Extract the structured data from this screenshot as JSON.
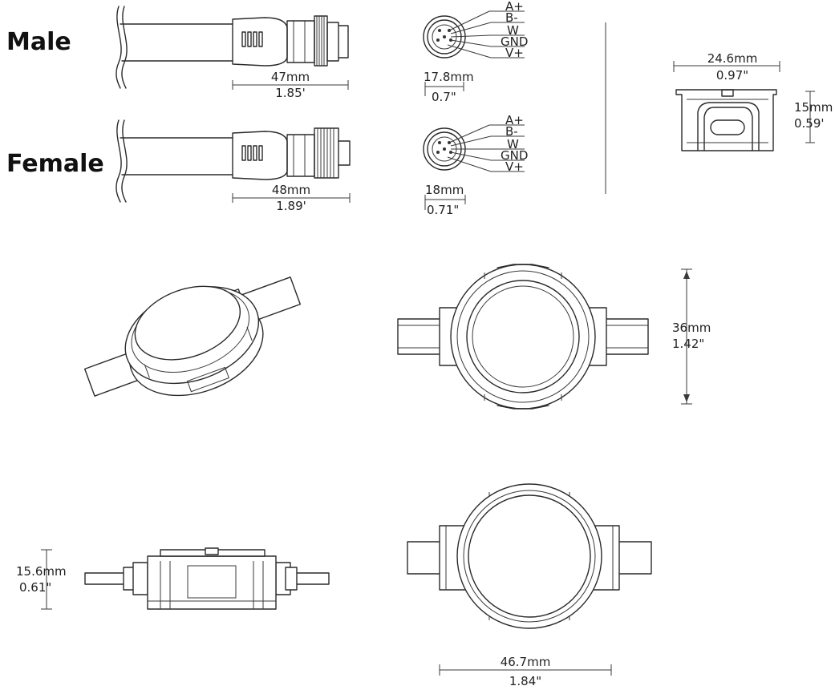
{
  "connectors": {
    "male": {
      "label": "Male",
      "length_mm": "47mm",
      "length_in": "1.85'",
      "diameter_mm": "17.8mm",
      "diameter_in": "0.7\"",
      "pins": [
        "A+",
        "B-",
        "W",
        "GND",
        "V+"
      ]
    },
    "female": {
      "label": "Female",
      "length_mm": "48mm",
      "length_in": "1.89'",
      "diameter_mm": "18mm",
      "diameter_in": "0.71\"",
      "pins": [
        "A+",
        "B-",
        "W",
        "GND",
        "V+"
      ]
    }
  },
  "side_view": {
    "width_mm": "24.6mm",
    "width_in": "0.97\"",
    "height_mm": "15mm",
    "height_in": "0.59'"
  },
  "front_view": {
    "height_mm": "36mm",
    "height_in": "1.42\""
  },
  "profile_view": {
    "height_mm": "15.6mm",
    "height_in": "0.61\""
  },
  "top_view": {
    "width_mm": "46.7mm",
    "width_in": "1.84\""
  }
}
